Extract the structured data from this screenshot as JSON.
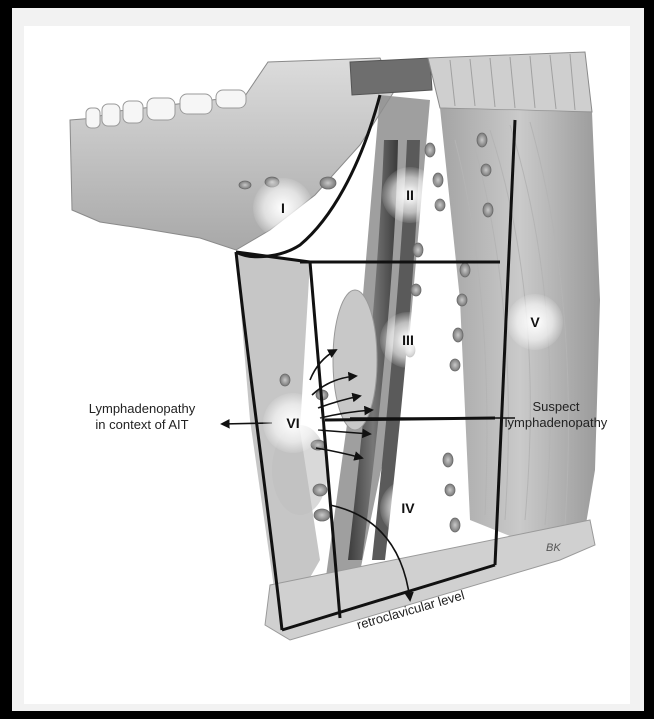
{
  "levels": {
    "I": "I",
    "II": "II",
    "III": "III",
    "IV": "IV",
    "V": "V",
    "VI": "VI"
  },
  "annotations": {
    "left_line1": "Lymphadenopathy",
    "left_line2": "in context of AIT",
    "right_line1": "Suspect",
    "right_line2": "lymphadenopathy",
    "bottom": "retroclavicular level",
    "signature": "BK"
  },
  "colors": {
    "background": "#000000",
    "panel": "#ffffff",
    "outline": "#111111"
  }
}
